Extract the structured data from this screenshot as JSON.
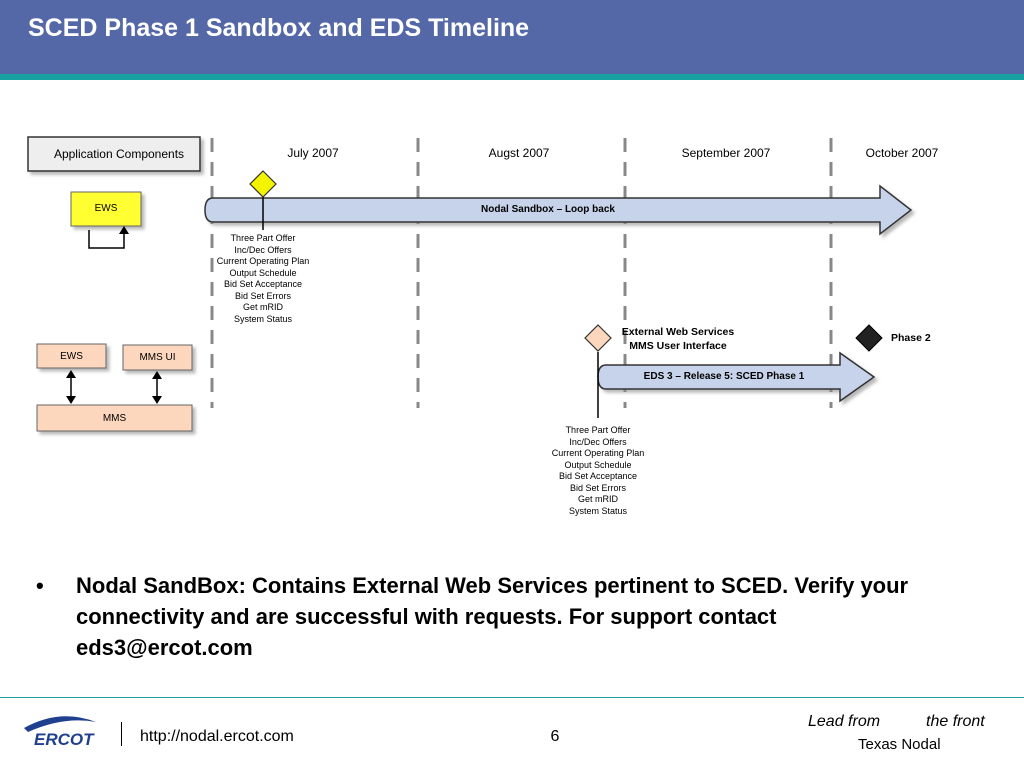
{
  "title": "SCED Phase 1 Sandbox and EDS Timeline",
  "legend": {
    "app_components": "Application Components",
    "ews_top": "EWS",
    "ews": "EWS",
    "mms_ui": "MMS UI",
    "mms": "MMS"
  },
  "months": [
    "July 2007",
    "Augst 2007",
    "September 2007",
    "October 2007"
  ],
  "sandbox": {
    "label": "Nodal Sandbox – Loop back",
    "functions": [
      "Three Part Offer",
      "Inc/Dec Offers",
      "Current Operating Plan",
      "Output Schedule",
      "Bid Set Acceptance",
      "Bid Set Errors",
      "Get mRID",
      "System Status"
    ]
  },
  "eds": {
    "milestone_line1": "External Web Services",
    "milestone_line2": "MMS User Interface",
    "label": "EDS 3 – Release 5: SCED Phase 1",
    "phase2": "Phase 2",
    "functions": [
      "Three Part Offer",
      "Inc/Dec Offers",
      "Current Operating Plan",
      "Output Schedule",
      "Bid Set Acceptance",
      "Bid Set Errors",
      "Get mRID",
      "System Status"
    ]
  },
  "colors": {
    "header": "#5468a8",
    "accent": "#19a0a0",
    "arrow_fill": "#c7d3ea",
    "ews_yellow": "#ffff33",
    "peach": "#fcd7bd",
    "milestone_yellow": "#f4f400"
  },
  "bullet": {
    "symbol": "•",
    "text": "Nodal SandBox: Contains External Web Services pertinent to SCED. Verify your connectivity and are successful with requests. For support contact eds3@ercot.com"
  },
  "footer": {
    "logo": "ERCOT",
    "url": "http://nodal.ercot.com",
    "page": "6",
    "tagline_a": "Lead from",
    "tagline_b": "the front",
    "tagline_c": "Texas Nodal"
  }
}
